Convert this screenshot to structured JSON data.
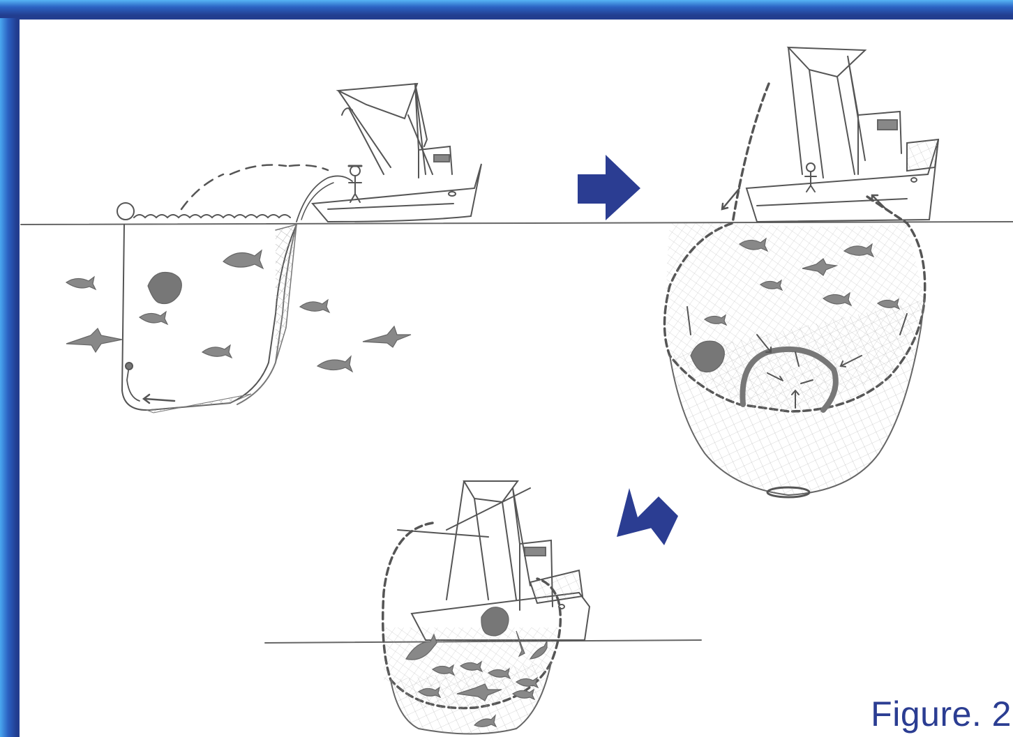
{
  "figure": {
    "label": "Figure. 2"
  },
  "colors": {
    "frame": "#223d8f",
    "frame_light": "#4aa8f0",
    "arrow": "#2b3d92",
    "pencil": "#555555",
    "background": "#ffffff"
  },
  "panels": [
    {
      "id": "net-setting",
      "description_icon": "purse-seine-setting"
    },
    {
      "id": "net-pursing",
      "description_icon": "purse-seine-closing"
    },
    {
      "id": "net-hauling",
      "description_icon": "purse-seine-hauling"
    }
  ]
}
